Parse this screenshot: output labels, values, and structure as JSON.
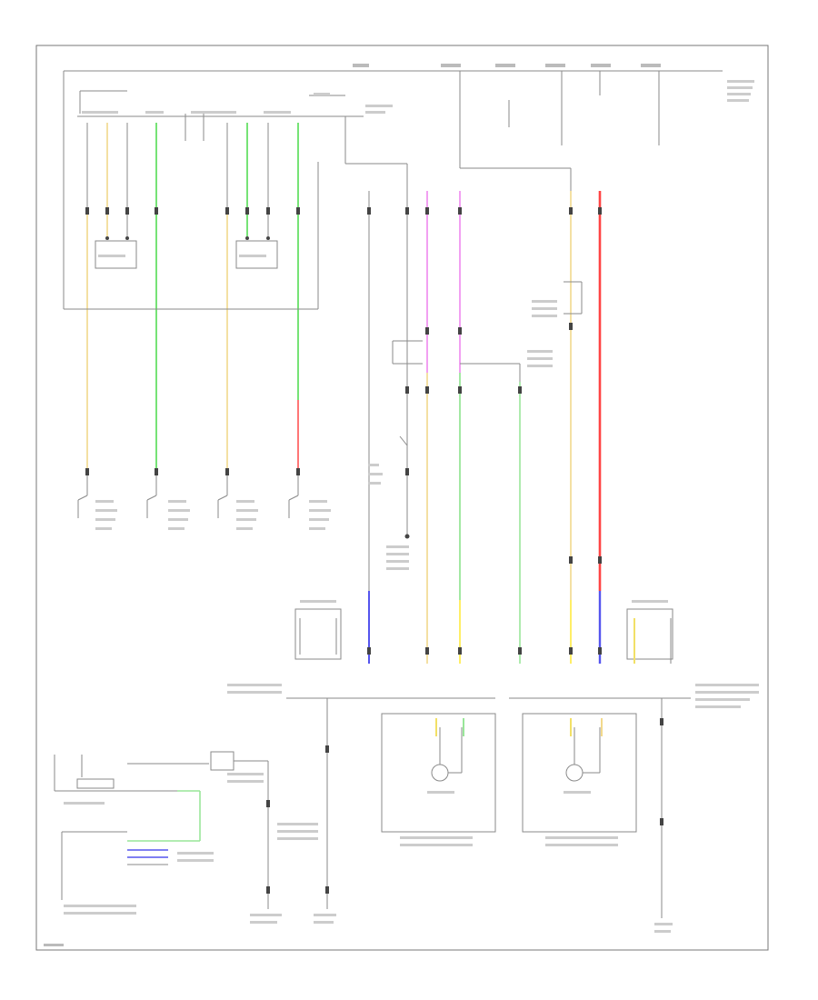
{
  "wire_colors": {
    "yellow": "#f2d98c",
    "yellow_bright": "#ffee66",
    "green": "#66e066",
    "green_light": "#99e699",
    "red": "#ff6666",
    "red_solid": "#ff4444",
    "pink": "#ee88ee",
    "blue": "#5555ee",
    "gray": "#8a8a8a"
  },
  "icons": [
    "lamp-symbol",
    "switch-symbol",
    "ground-symbol",
    "connector-symbol"
  ]
}
